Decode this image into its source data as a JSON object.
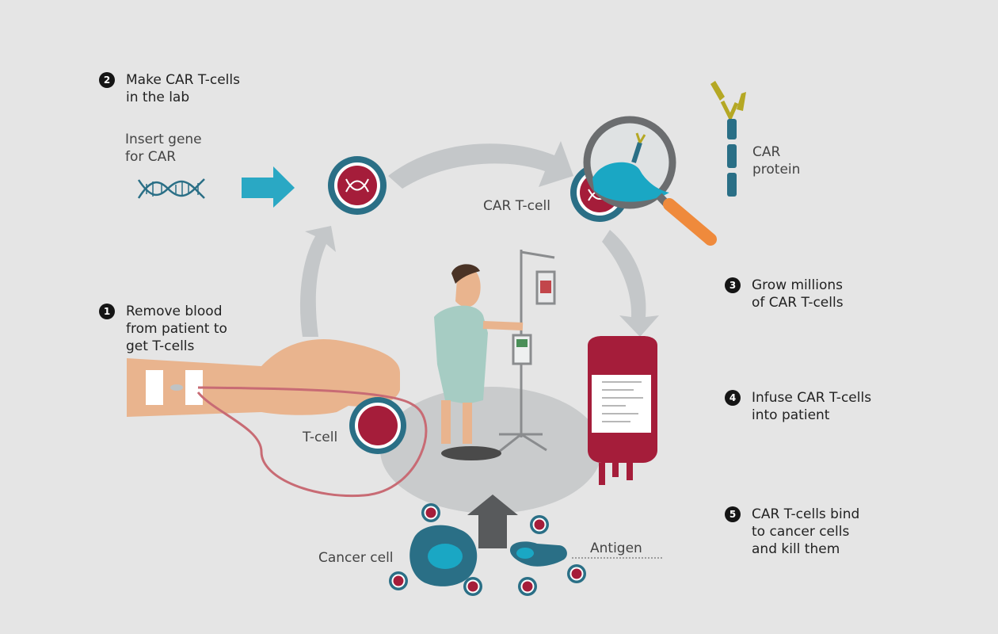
{
  "steps": [
    {
      "number": "1",
      "lines": [
        "Remove blood",
        "from patient to",
        "get T-cells"
      ]
    },
    {
      "number": "2",
      "lines": [
        "Make CAR T-cells",
        "in the lab"
      ]
    },
    {
      "number": "3",
      "lines": [
        "Grow millions",
        "of CAR T-cells"
      ]
    },
    {
      "number": "4",
      "lines": [
        "Infuse CAR T-cells",
        "into patient"
      ]
    },
    {
      "number": "5",
      "lines": [
        "CAR T-cells bind",
        "to cancer cells",
        "and kill them"
      ]
    }
  ],
  "labels": {
    "insert_gene": [
      "Insert gene",
      "for CAR"
    ],
    "car_protein": [
      "CAR",
      "protein"
    ],
    "car_t_cell": "CAR T-cell",
    "t_cell": "T-cell",
    "cancer_cell": "Cancer cell",
    "antigen": "Antigen"
  },
  "colors": {
    "background": "#e5e5e5",
    "cycle_arrow": "#c4c7c9",
    "teal": "#2a6f86",
    "teal_light": "#1aa7c4",
    "crimson": "#a51d3a",
    "skin": "#e9b48e",
    "gown": "#a6ccc3",
    "olive": "#b5a824",
    "orange": "#ef8a3c"
  },
  "icons": [
    "dna-icon",
    "arrow-right-icon",
    "t-cell-icon",
    "magnifier-icon",
    "car-protein-icon",
    "iv-pole-icon",
    "blood-bag-icon",
    "cancer-cell-icon"
  ]
}
